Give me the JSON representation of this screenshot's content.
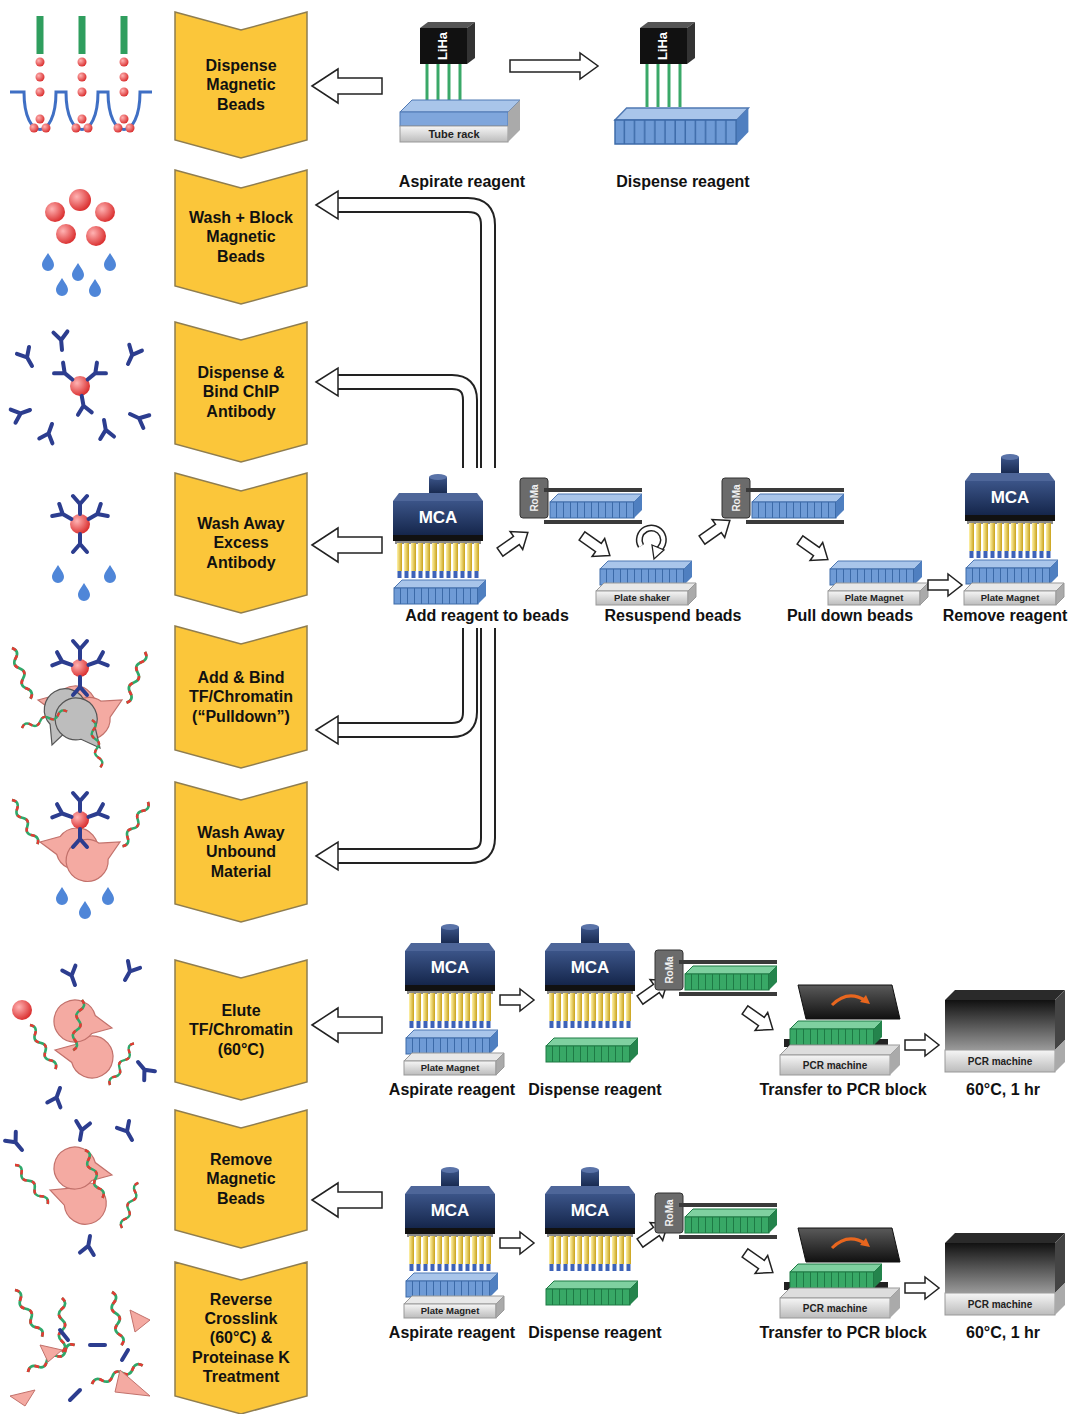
{
  "diagram": {
    "nodes": [
      {
        "text": [
          "Dispense Magnetic Beads"
        ]
      },
      {
        "text": [
          "Wash + Block Magnetic Beads"
        ]
      },
      {
        "text": [
          "Dispense & Bind ChIP Antibody"
        ]
      },
      {
        "text": [
          "Wash Away Excess Antibody"
        ]
      },
      {
        "text": [
          "Add & Bind TF/Chromatin (“Pulldown”)"
        ]
      },
      {
        "text": [
          "Wash Away Unbound Material"
        ]
      },
      {
        "text": [
          "Elute TF/Chromatin (60°C)"
        ]
      },
      {
        "text": [
          "Remove Magnetic Beads"
        ]
      },
      {
        "text": [
          "Reverse Crosslink (60°C) & Proteinase K Treatment"
        ]
      }
    ],
    "labels": [
      "LiHa",
      "Tube rack",
      "Aspirate reagent",
      "LiHa",
      "Dispense reagent",
      "MCA",
      "Add reagent to beads",
      "RoMa",
      "Plate shaker",
      "Resuspend beads",
      "RoMa",
      "Plate Magnet",
      "Pull down beads",
      "MCA",
      "Plate Magnet",
      "Remove reagent",
      "MCA",
      "Plate Magnet",
      "Aspirate reagent",
      "MCA",
      "Dispense reagent",
      "RoMa",
      "PCR machine",
      "Transfer to PCR block",
      "PCR machine",
      "60°C, 1 hr",
      "MCA",
      "Plate Magnet",
      "Aspirate reagent",
      "MCA",
      "Dispense reagent",
      "RoMa",
      "PCR machine",
      "Transfer to PCR block",
      "PCR machine",
      "60°C, 1 hr"
    ]
  }
}
